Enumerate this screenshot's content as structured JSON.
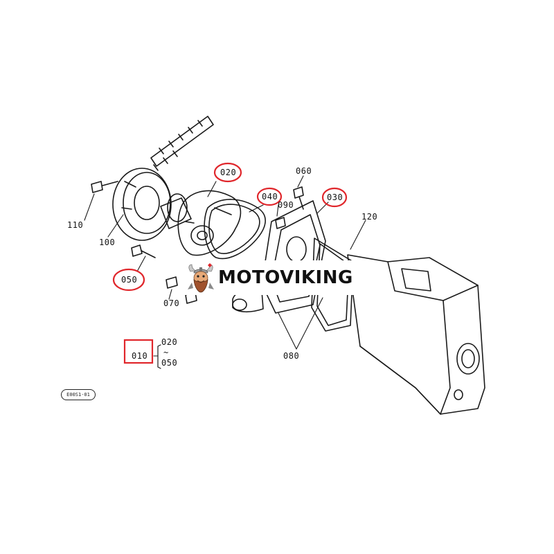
{
  "watermark": {
    "text": "MOTOVIKING"
  },
  "labels": {
    "p020": "020",
    "p040": "040",
    "p030": "030",
    "p060": "060",
    "p090": "090",
    "p120": "120",
    "p110": "110",
    "p100": "100",
    "p050": "050",
    "p070": "070",
    "p080": "080",
    "p010": "010",
    "range_from": "020",
    "range_tilde": "~",
    "range_to": "050"
  },
  "diagram_code": "E00S1-01",
  "highlight_color": "#e0262b",
  "icons": [
    "viking-mascot-logo"
  ]
}
